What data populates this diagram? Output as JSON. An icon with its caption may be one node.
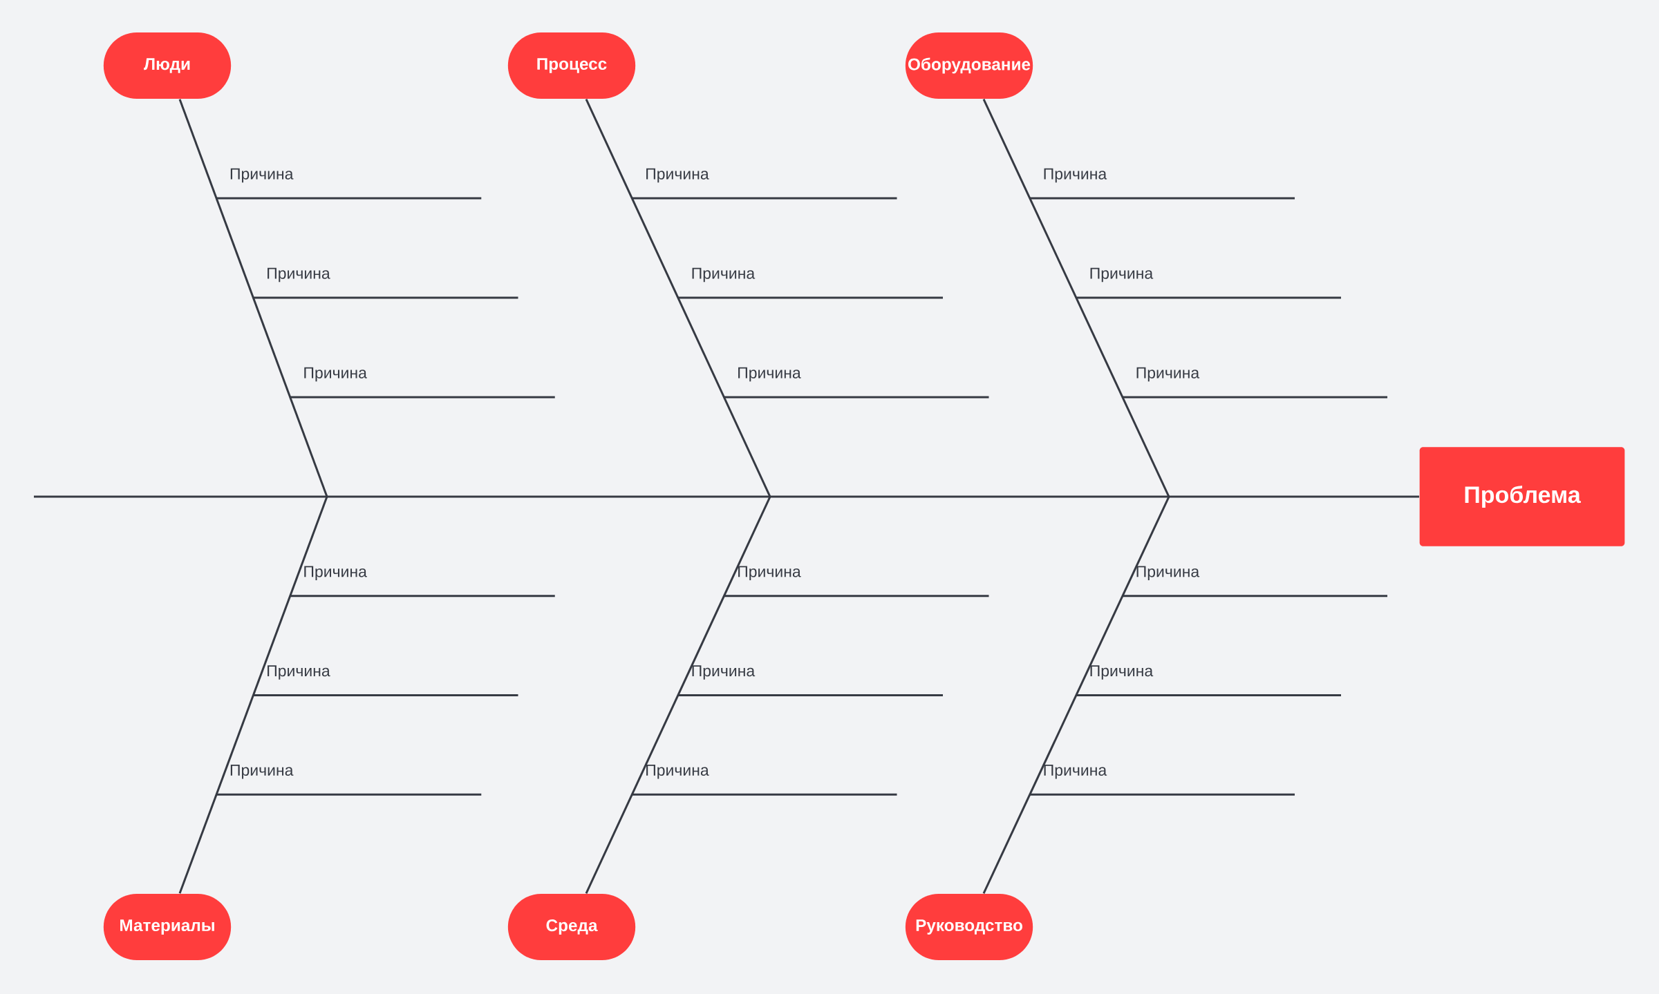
{
  "diagram": {
    "nodes": [
      {
        "text": [
          "Люди"
        ]
      },
      {
        "text": [
          "Процесс"
        ]
      },
      {
        "text": [
          "Оборудование"
        ]
      },
      {
        "text": [
          "Проблема"
        ]
      },
      {
        "text": [
          "Материалы"
        ]
      },
      {
        "text": [
          "Среда"
        ]
      },
      {
        "text": [
          "Руководство"
        ]
      }
    ],
    "edges": [
      {
        "from": 0,
        "to": null,
        "arrow": "none"
      },
      {
        "from": 1,
        "to": null,
        "arrow": "none"
      },
      {
        "from": 2,
        "to": null,
        "arrow": "none"
      },
      {
        "from": 4,
        "to": null,
        "arrow": "none"
      },
      {
        "from": 5,
        "to": null,
        "arrow": "none"
      },
      {
        "from": 6,
        "to": null,
        "arrow": "none"
      },
      {
        "from": null,
        "to": 3,
        "arrow": "none"
      }
    ],
    "labels": [
      "Причина",
      "Причина",
      "Причина",
      "Причина",
      "Причина",
      "Причина",
      "Причина",
      "Причина",
      "Причина",
      "Причина",
      "Причина",
      "Причина",
      "Причина",
      "Причина",
      "Причина",
      "Причина",
      "Причина",
      "Причина"
    ]
  }
}
